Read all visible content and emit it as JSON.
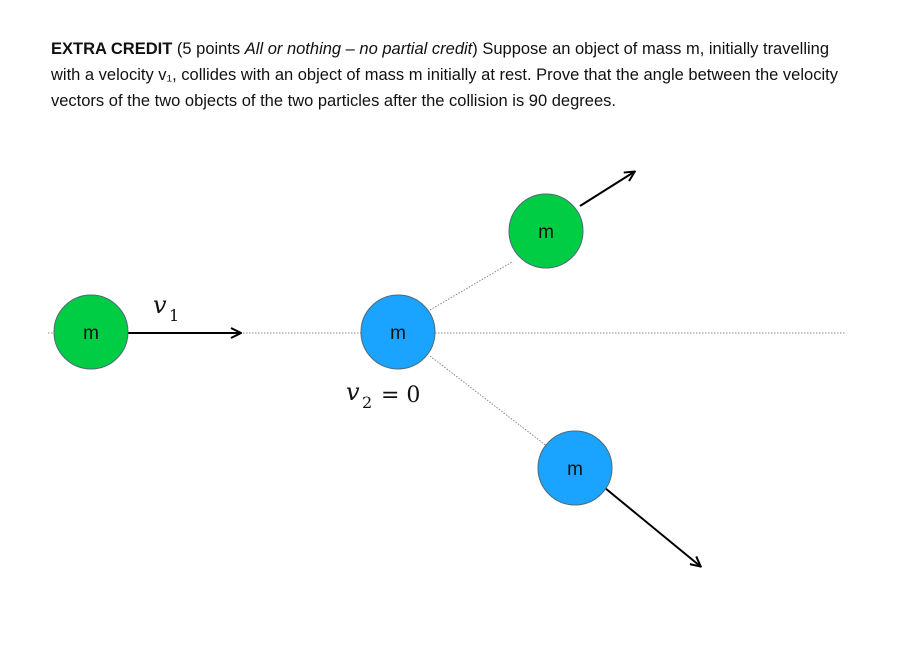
{
  "problem": {
    "heading": "EXTRA CREDIT",
    "points_open": " (5 points ",
    "points_italic": "All or nothing – no partial credit",
    "points_close": ") ",
    "body": "Suppose an object of mass m, initially travelling with a velocity v₁, collides with an object of mass m initially at rest. Prove that the angle between the velocity vectors of the two objects of the two particles after the collision is 90 degrees."
  },
  "diagram": {
    "colors": {
      "green_mass": "#00cc44",
      "blue_mass": "#1aa3ff",
      "outline": "#4d6b7a",
      "arrow": "#000000",
      "guide_line": "#888888"
    },
    "masses": {
      "incoming": "m",
      "target": "m",
      "scattered_upper": "m",
      "scattered_lower": "m"
    },
    "v1_var": "v",
    "v1_sub": "1",
    "v2_var": "v",
    "v2_sub": "2",
    "v2_eq": "= 0"
  }
}
